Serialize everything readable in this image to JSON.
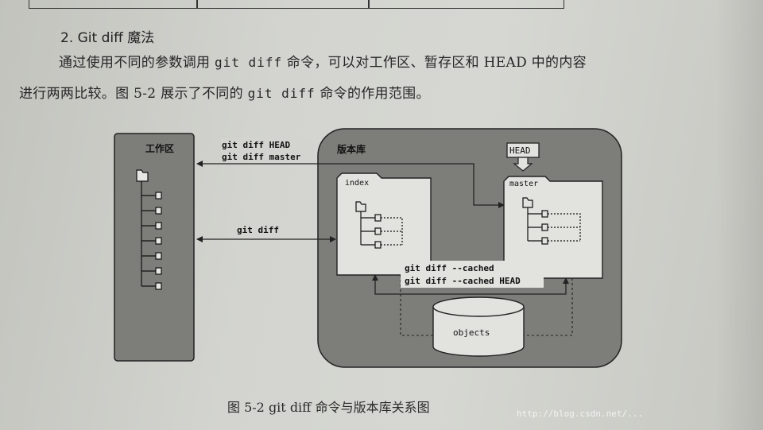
{
  "section": {
    "heading": "2. Git diff 魔法"
  },
  "paragraph": {
    "l1_a": "通过使用不同的参数调用 ",
    "l1_code": "git diff",
    "l1_b": " 命令，可以对工作区、暂存区和 HEAD 中的内容",
    "l2_a": "进行两两比较。图 5-2 展示了不同的 ",
    "l2_code": "git diff",
    "l2_b": " 命令的作用范围。"
  },
  "diagram": {
    "workspace_label": "工作区",
    "repo_label": "版本库",
    "head_label": "HEAD",
    "index_label": "index",
    "master_label": "master",
    "objects_label": "objects",
    "cmd_head": "git diff HEAD",
    "cmd_master": "git diff master",
    "cmd_plain": "git diff",
    "cmd_cached": "git diff --cached",
    "cmd_cached_head": "git diff --cached HEAD"
  },
  "caption": {
    "text": "图 5-2    git diff 命令与版本库关系图"
  },
  "watermark": {
    "text": "http://blog.csdn.net/..."
  },
  "colors": {
    "repo_fill": "#7d7e79",
    "panel_fill": "#e2e3de",
    "outline": "#222222"
  }
}
